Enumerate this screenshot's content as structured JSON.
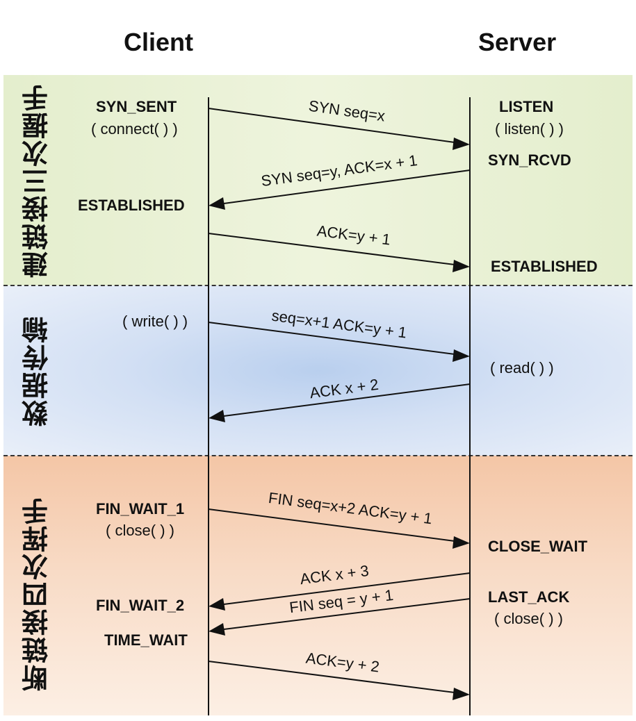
{
  "headers": {
    "client": "Client",
    "server": "Server"
  },
  "phases": {
    "handshake": "建链接三次握手",
    "transfer": "数据传输",
    "teardown": "断链接四次挥手"
  },
  "client_labels": {
    "syn_sent": "SYN_SENT",
    "connect": "( connect( ) )",
    "established": "ESTABLISHED",
    "write": "( write( ) )",
    "fin_wait_1": "FIN_WAIT_1",
    "close": "( close( ) )",
    "fin_wait_2": "FIN_WAIT_2",
    "time_wait": "TIME_WAIT"
  },
  "server_labels": {
    "listen": "LISTEN",
    "listen_call": "( listen( ) )",
    "syn_rcvd": "SYN_RCVD",
    "established": "ESTABLISHED",
    "read": "( read( ) )",
    "close_wait": "CLOSE_WAIT",
    "last_ack": "LAST_ACK",
    "close": "( close( ) )"
  },
  "messages": [
    {
      "id": "m1",
      "text": "SYN seq=x",
      "direction": "client-to-server"
    },
    {
      "id": "m2",
      "text": "SYN seq=y, ACK=x + 1",
      "direction": "server-to-client"
    },
    {
      "id": "m3",
      "text": "ACK=y + 1",
      "direction": "client-to-server"
    },
    {
      "id": "m4",
      "text": "seq=x+1 ACK=y + 1",
      "direction": "client-to-server"
    },
    {
      "id": "m5",
      "text": "ACK x + 2",
      "direction": "server-to-client"
    },
    {
      "id": "m6",
      "text": "FIN seq=x+2 ACK=y + 1",
      "direction": "client-to-server"
    },
    {
      "id": "m7",
      "text": "ACK x + 3",
      "direction": "server-to-client"
    },
    {
      "id": "m8",
      "text": "FIN seq = y + 1",
      "direction": "server-to-client"
    },
    {
      "id": "m9",
      "text": "ACK=y + 2",
      "direction": "client-to-server"
    }
  ]
}
